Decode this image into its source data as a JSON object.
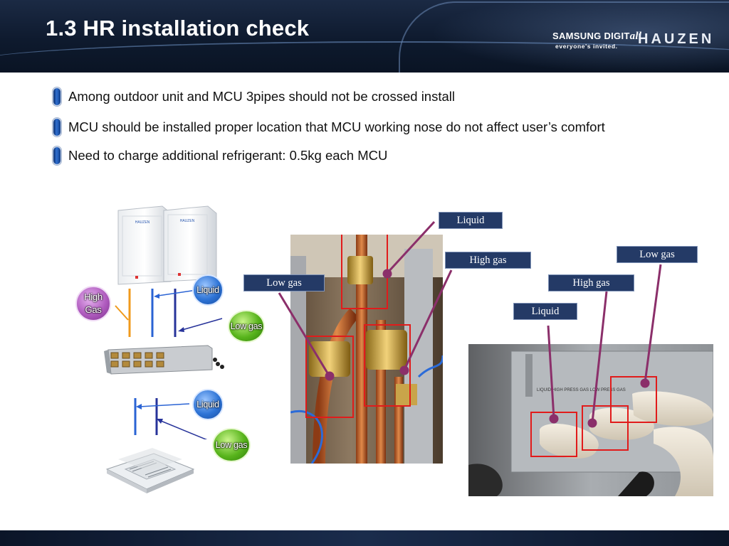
{
  "header": {
    "title": "1.3 HR installation check",
    "brand_samsung": "SAMSUNG DIGIT",
    "brand_samsung_all": "all",
    "brand_tagline": "everyone's invited.",
    "brand_hauzen": "HAUZEN"
  },
  "bullets": [
    "Among outdoor unit and MCU 3pipes should not be crossed install",
    " MCU should be installed proper location that MCU working nose do not affect user’s comfort",
    "Need to charge additional refrigerant: 0.5kg each MCU"
  ],
  "diagram": {
    "bubble_high_gas": "High Gas",
    "bubble_liquid_top": "Liquid",
    "bubble_low_gas_top": "Low gas",
    "bubble_liquid_bottom": "Liquid",
    "bubble_low_gas_bottom": "Low gas",
    "unit_logo": "HAUZEN"
  },
  "middle_photo": {
    "tag_liquid": "Liquid",
    "tag_high_gas": "High gas",
    "tag_low_gas": "Low gas"
  },
  "right_photo": {
    "tag_low_gas": "Low gas",
    "tag_high_gas": "High gas",
    "tag_liquid": "Liquid",
    "panel_label": "LIQUID     HIGH PRESS GAS     LOW PRESS GAS"
  },
  "colors": {
    "pipe_orange": "#f09a1c",
    "pipe_blue": "#2a63d4",
    "pipe_navy": "#27339a",
    "callout_line": "#8b2f6a",
    "highlight_box": "#e11b1b",
    "tag_bg": "#243a66"
  }
}
